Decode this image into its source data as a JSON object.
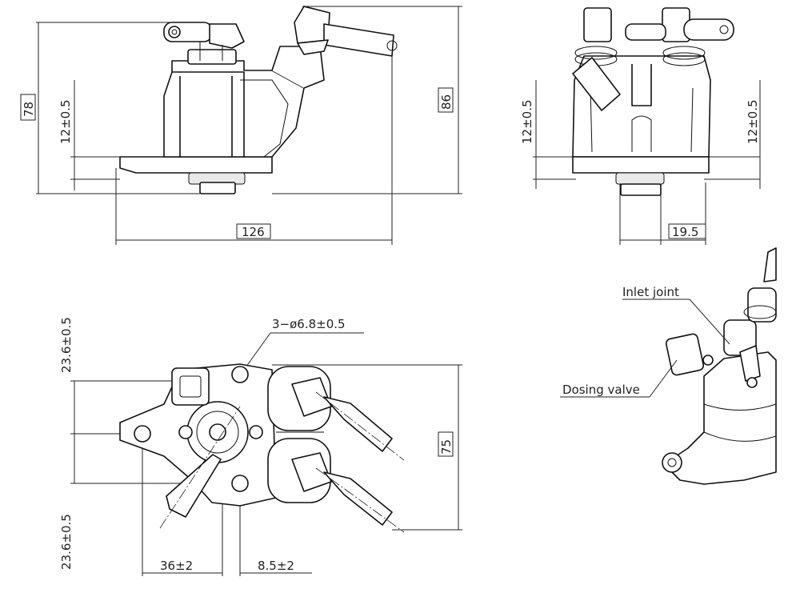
{
  "views": {
    "side": {
      "dim_overall_height": "78",
      "dim_flange_height": "12±0.5",
      "dim_total_height": "86",
      "dim_width": "126"
    },
    "front": {
      "dim_left_flange": "12±0.5",
      "dim_right_flange": "12±0.5",
      "dim_outlet_offset": "19.5"
    },
    "top": {
      "dim_holes": "3−ø6.8±0.5",
      "dim_upper_offset": "23.6±0.5",
      "dim_lower_offset": "23.6±0.5",
      "dim_connector_span": "75",
      "dim_hole_spacing": "36±2",
      "dim_outlet_center": "8.5±2"
    },
    "iso": {
      "label_inlet": "Inlet joint",
      "label_dosing": "Dosing valve"
    }
  }
}
